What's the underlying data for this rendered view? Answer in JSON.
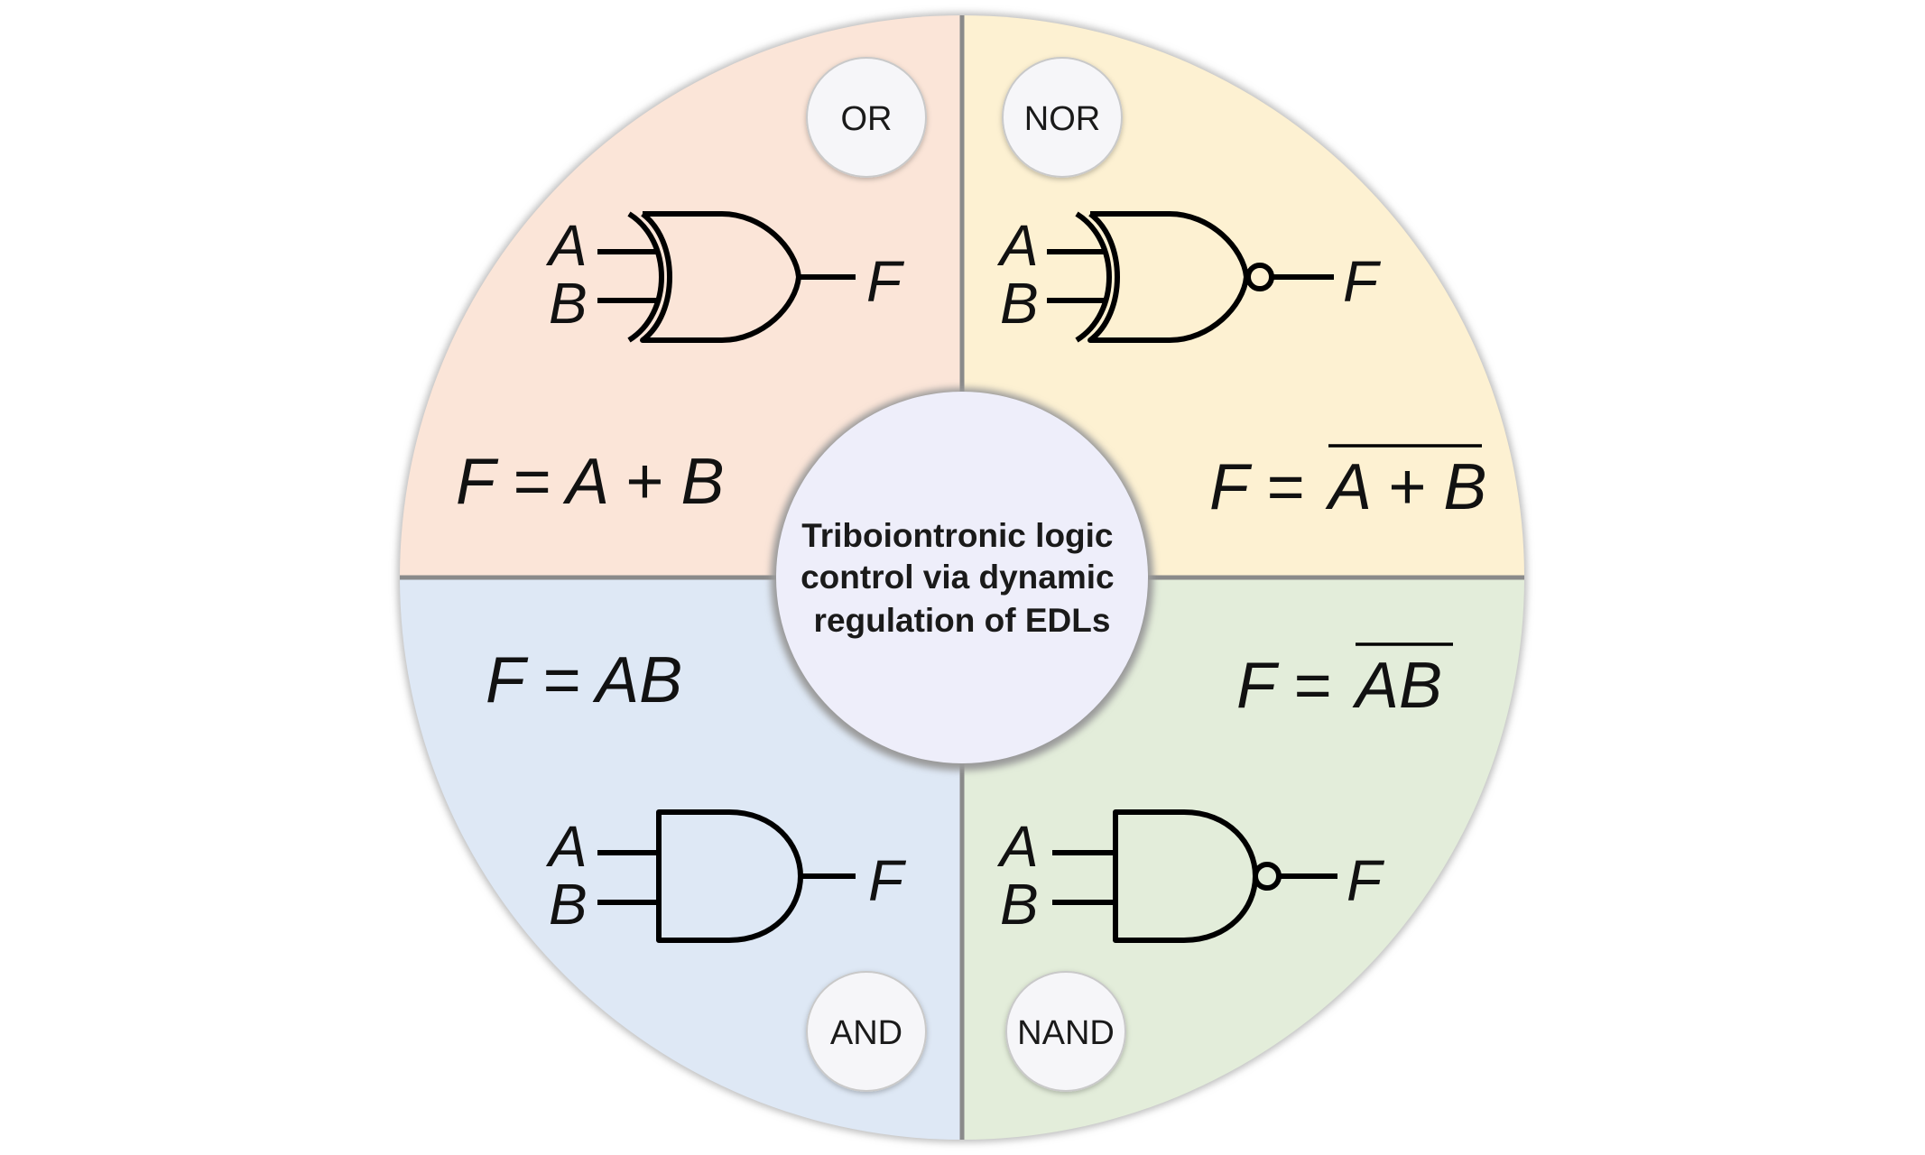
{
  "center": {
    "title_lines": [
      "Triboiontronic logic",
      "control via dynamic",
      "regulation of EDLs"
    ]
  },
  "quadrants": {
    "or": {
      "badge": "OR",
      "input_a": "A",
      "input_b": "B",
      "output": "F",
      "equation": "F = A + B",
      "color": "#fbe5d8"
    },
    "nor": {
      "badge": "NOR",
      "input_a": "A",
      "input_b": "B",
      "output": "F",
      "eq_lhs": "F =",
      "eq_rhs": "A + B",
      "color": "#fdf1d2"
    },
    "and": {
      "badge": "AND",
      "input_a": "A",
      "input_b": "B",
      "output": "F",
      "equation": "F = AB",
      "color": "#dee8f5"
    },
    "nand": {
      "badge": "NAND",
      "input_a": "A",
      "input_b": "B",
      "output": "F",
      "eq_lhs": "F =",
      "eq_rhs": "AB",
      "color": "#e3edda"
    }
  },
  "colors": {
    "center_fill": "#eeeefa",
    "badge_fill": "#f6f6f9",
    "divider": "#7f7f7f"
  }
}
